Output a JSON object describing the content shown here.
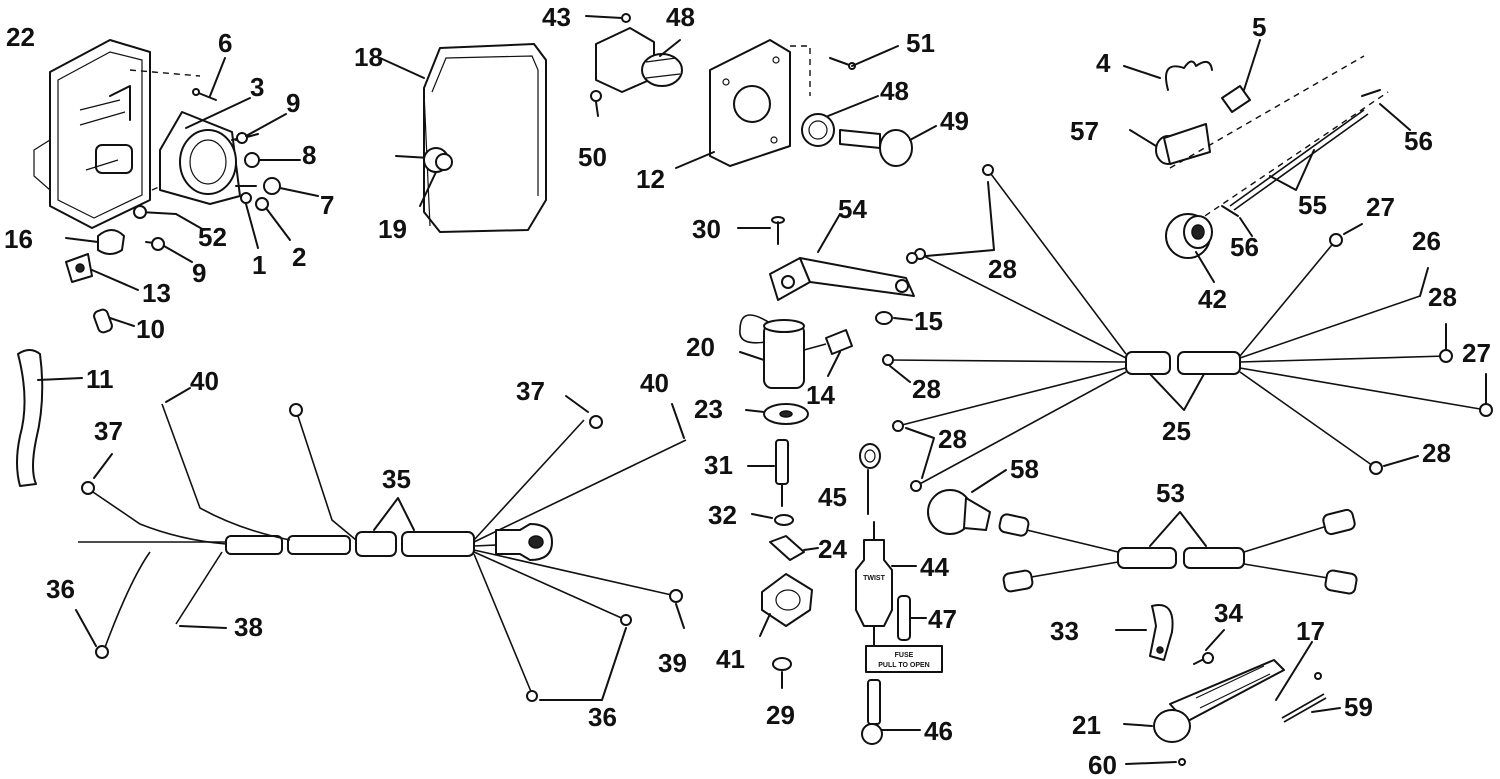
{
  "callouts": [
    {
      "id": "c22",
      "text": "22"
    },
    {
      "id": "c6",
      "text": "6"
    },
    {
      "id": "c3",
      "text": "3"
    },
    {
      "id": "c9a",
      "text": "9"
    },
    {
      "id": "c8",
      "text": "8"
    },
    {
      "id": "c7",
      "text": "7"
    },
    {
      "id": "c2",
      "text": "2"
    },
    {
      "id": "c1",
      "text": "1"
    },
    {
      "id": "c52",
      "text": "52"
    },
    {
      "id": "c16",
      "text": "16"
    },
    {
      "id": "c9b",
      "text": "9"
    },
    {
      "id": "c13",
      "text": "13"
    },
    {
      "id": "c10",
      "text": "10"
    },
    {
      "id": "c18",
      "text": "18"
    },
    {
      "id": "c19",
      "text": "19"
    },
    {
      "id": "c43",
      "text": "43"
    },
    {
      "id": "c48a",
      "text": "48"
    },
    {
      "id": "c50",
      "text": "50"
    },
    {
      "id": "c12",
      "text": "12"
    },
    {
      "id": "c51",
      "text": "51"
    },
    {
      "id": "c48b",
      "text": "48"
    },
    {
      "id": "c49",
      "text": "49"
    },
    {
      "id": "c4",
      "text": "4"
    },
    {
      "id": "c5",
      "text": "5"
    },
    {
      "id": "c57",
      "text": "57"
    },
    {
      "id": "c56a",
      "text": "56"
    },
    {
      "id": "c55",
      "text": "55"
    },
    {
      "id": "c56b",
      "text": "56"
    },
    {
      "id": "c42",
      "text": "42"
    },
    {
      "id": "c27a",
      "text": "27"
    },
    {
      "id": "c26",
      "text": "26"
    },
    {
      "id": "c28a",
      "text": "28"
    },
    {
      "id": "c28b",
      "text": "28"
    },
    {
      "id": "c27b",
      "text": "27"
    },
    {
      "id": "c28c",
      "text": "28"
    },
    {
      "id": "c25",
      "text": "25"
    },
    {
      "id": "c28d",
      "text": "28"
    },
    {
      "id": "c28e",
      "text": "28"
    },
    {
      "id": "c30",
      "text": "30"
    },
    {
      "id": "c54",
      "text": "54"
    },
    {
      "id": "c15",
      "text": "15"
    },
    {
      "id": "c20",
      "text": "20"
    },
    {
      "id": "c14",
      "text": "14"
    },
    {
      "id": "c23",
      "text": "23"
    },
    {
      "id": "c31",
      "text": "31"
    },
    {
      "id": "c32",
      "text": "32"
    },
    {
      "id": "c24",
      "text": "24"
    },
    {
      "id": "c41",
      "text": "41"
    },
    {
      "id": "c29",
      "text": "29"
    },
    {
      "id": "c45",
      "text": "45"
    },
    {
      "id": "c44",
      "text": "44"
    },
    {
      "id": "c47",
      "text": "47"
    },
    {
      "id": "c46",
      "text": "46"
    },
    {
      "id": "c58",
      "text": "58"
    },
    {
      "id": "c53",
      "text": "53"
    },
    {
      "id": "c33",
      "text": "33"
    },
    {
      "id": "c34",
      "text": "34"
    },
    {
      "id": "c17",
      "text": "17"
    },
    {
      "id": "c59",
      "text": "59"
    },
    {
      "id": "c21",
      "text": "21"
    },
    {
      "id": "c60",
      "text": "60"
    },
    {
      "id": "c11",
      "text": "11"
    },
    {
      "id": "c40a",
      "text": "40"
    },
    {
      "id": "c37a",
      "text": "37"
    },
    {
      "id": "c37b",
      "text": "37"
    },
    {
      "id": "c40b",
      "text": "40"
    },
    {
      "id": "c35",
      "text": "35"
    },
    {
      "id": "c36a",
      "text": "36"
    },
    {
      "id": "c38",
      "text": "38"
    },
    {
      "id": "c39",
      "text": "39"
    },
    {
      "id": "c36b",
      "text": "36"
    }
  ],
  "stamps": {
    "fuse_holder": "TWIST",
    "fuse_tag_line1": "FUSE",
    "fuse_tag_line2": "PULL TO OPEN"
  }
}
